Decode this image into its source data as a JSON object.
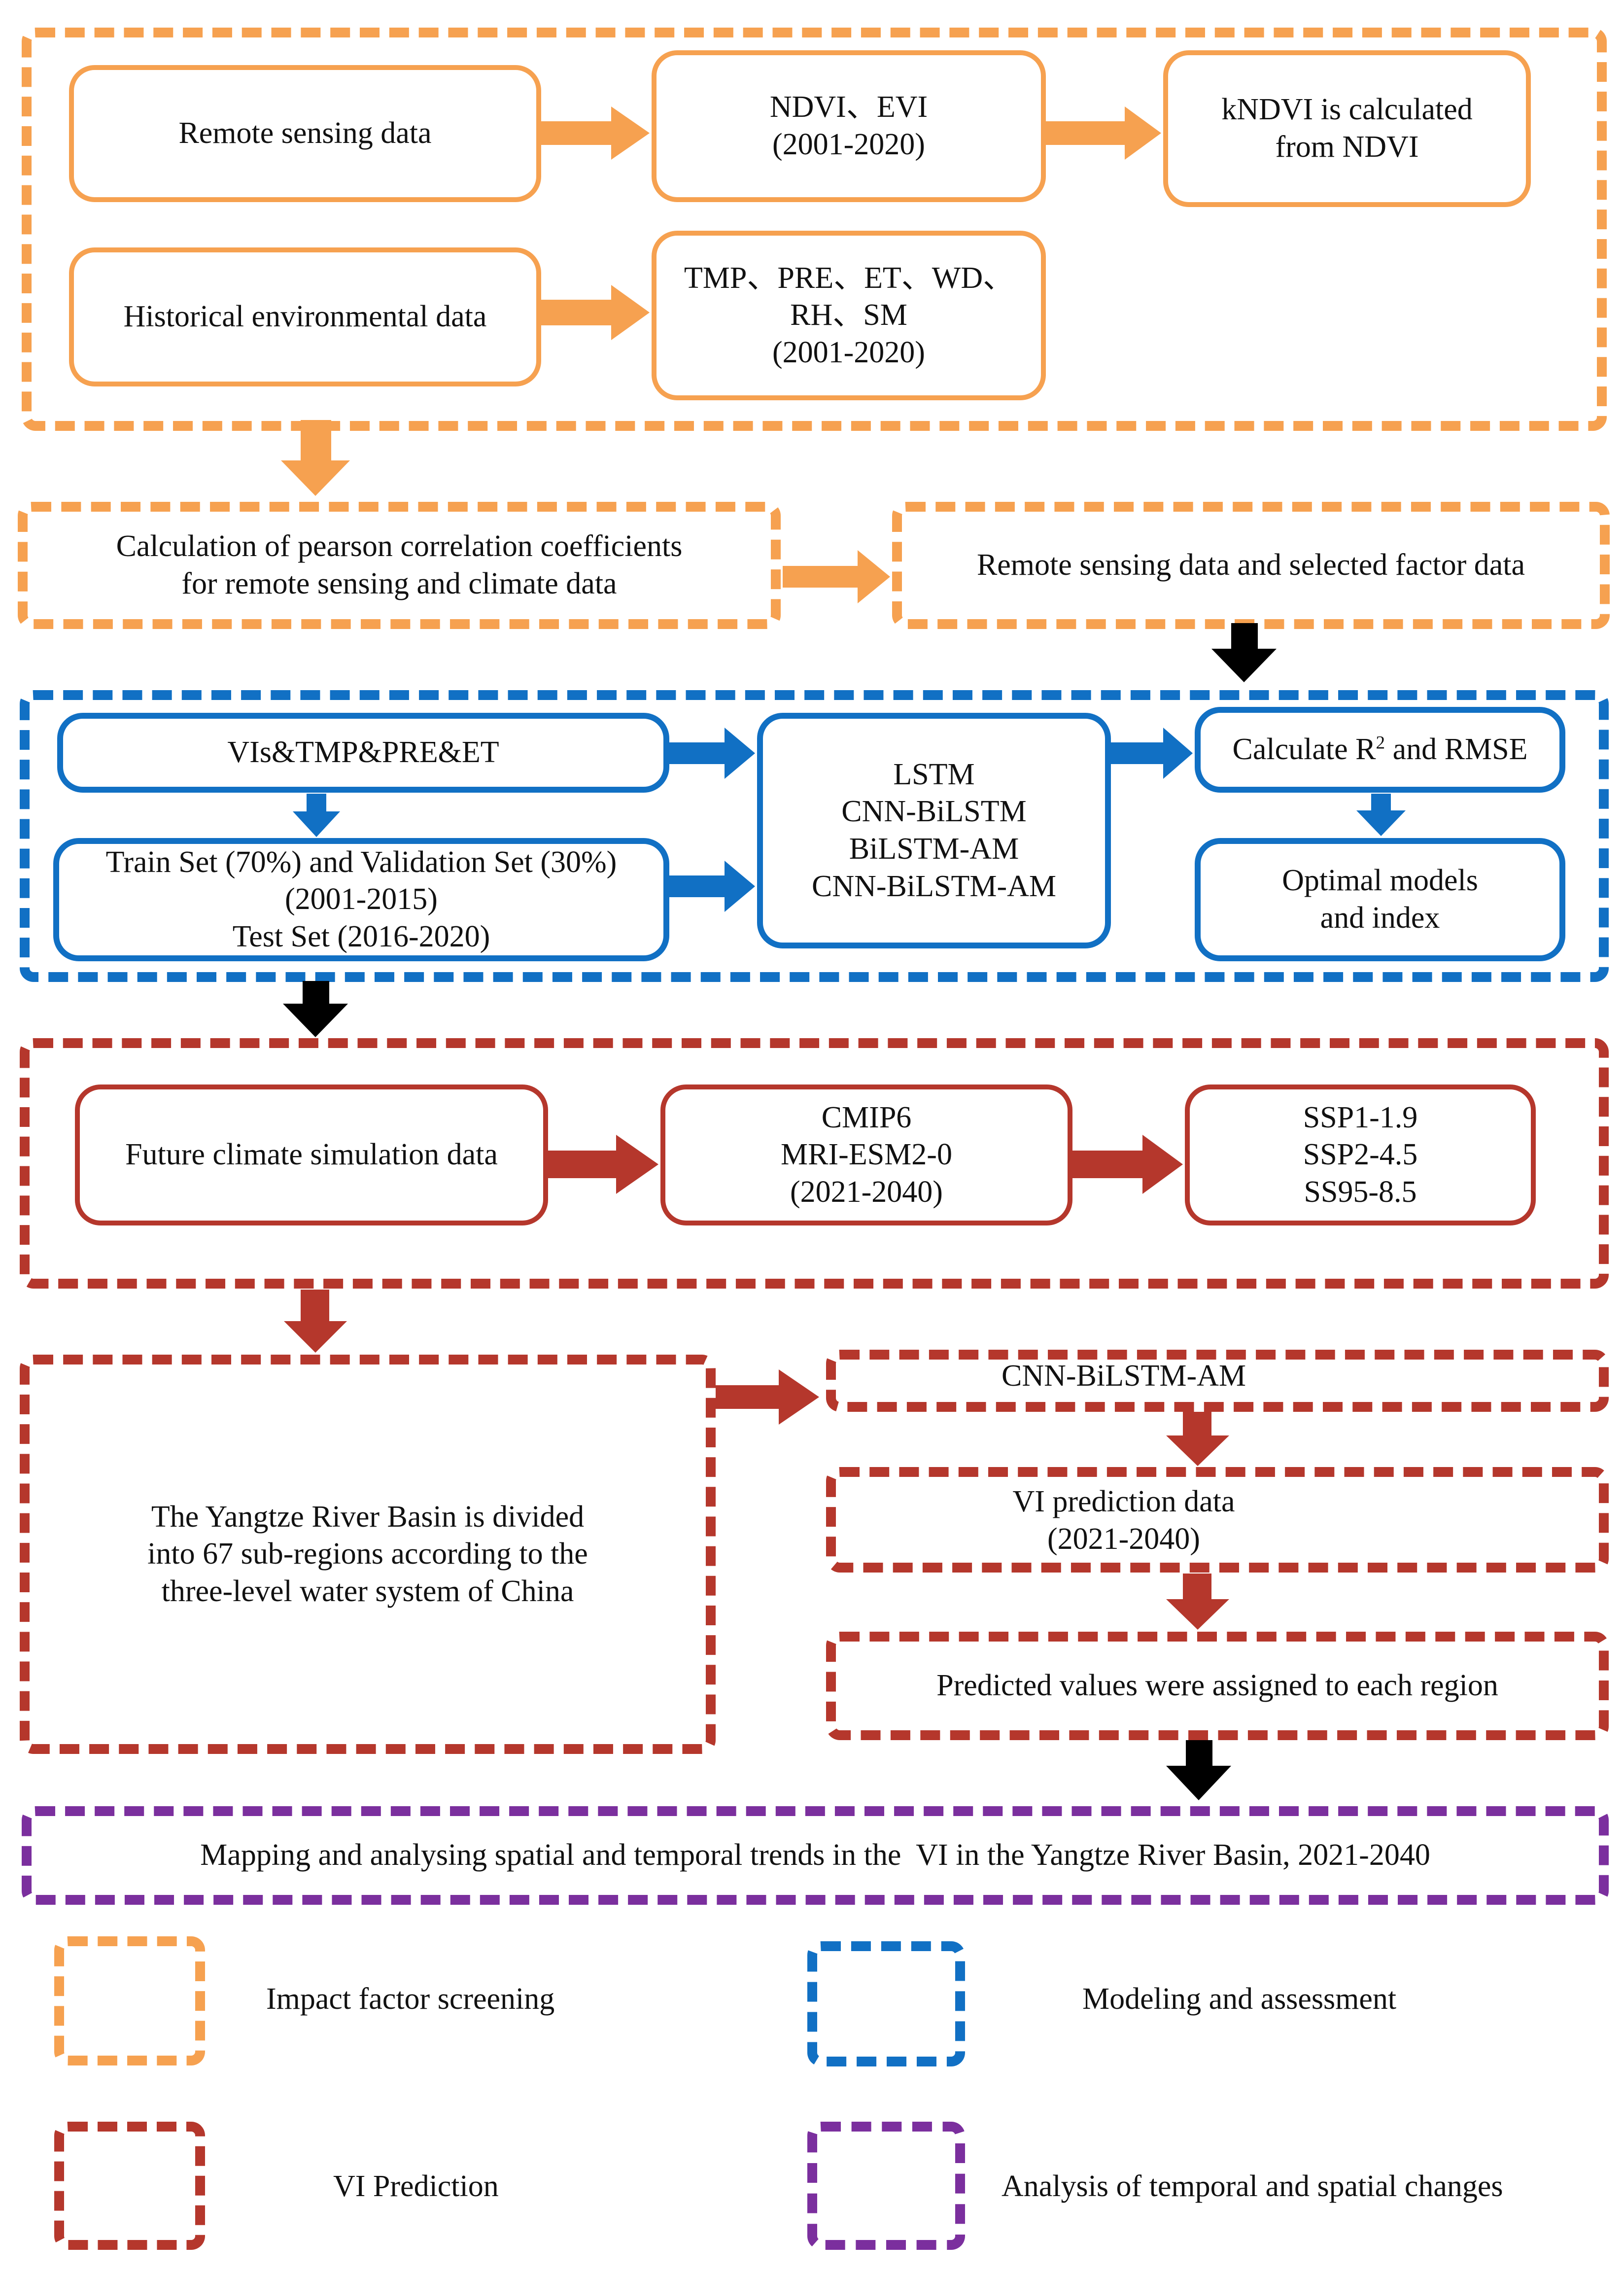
{
  "colors": {
    "impact": "#f6a150",
    "modeling": "#1170c4",
    "prediction": "#b5372c",
    "analysis": "#7b2f9e",
    "flow_arrow": "#000000"
  },
  "impact": {
    "remote_sensing": "Remote sensing data",
    "ndvi_evi": [
      "NDVI、EVI",
      "(2001-2020)"
    ],
    "kndvi": [
      "kNDVI is calculated",
      "from NDVI"
    ],
    "historical": "Historical environmental data",
    "factors": [
      "TMP、PRE、ET、WD、",
      "RH、SM",
      "(2001-2020)"
    ],
    "pearson": [
      "Calculation of pearson correlation coefficients",
      "for remote sensing and climate data"
    ],
    "selected": "Remote sensing data and selected factor data"
  },
  "modeling": {
    "inputs": "VIs&TMP&PRE&ET",
    "split": [
      "Train Set (70%) and Validation Set (30%)",
      "(2001-2015)",
      "Test Set (2016-2020)"
    ],
    "models": [
      "LSTM",
      "CNN-BiLSTM",
      "BiLSTM-AM",
      "CNN-BiLSTM-AM"
    ],
    "calc_prefix": "Calculate R",
    "calc_sup": "2",
    "calc_suffix": " and RMSE",
    "optimal": [
      "Optimal models",
      "and index"
    ]
  },
  "prediction": {
    "future": "Future climate simulation data",
    "cmip6": [
      "CMIP6",
      "MRI-ESM2-0",
      "(2021-2040)"
    ],
    "ssp": [
      "SSP1-1.9",
      "SSP2-4.5",
      "SS95-8.5"
    ],
    "basin": [
      "The Yangtze River Basin is divided",
      "into 67 sub-regions according to the",
      "three-level water system of China"
    ],
    "model": "CNN-BiLSTM-AM",
    "vi_data": [
      "VI prediction data",
      "(2021-2040)"
    ],
    "assigned": "Predicted values were assigned to each region"
  },
  "analysis": {
    "mapping": "Mapping and analysing spatial and temporal trends in the  VI in the Yangtze River Basin, 2021-2040"
  },
  "legend": {
    "impact": "Impact factor screening",
    "modeling": "Modeling and assessment",
    "prediction": "VI Prediction",
    "analysis": "Analysis of temporal and spatial changes"
  }
}
